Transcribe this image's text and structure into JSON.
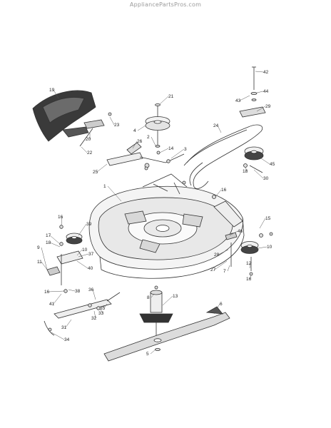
{
  "watermark": "AppliancePartsPros.com",
  "diagram": {
    "callouts": [
      "1",
      "2",
      "3",
      "4",
      "5",
      "6",
      "7",
      "8",
      "9",
      "10",
      "10",
      "11",
      "12",
      "13",
      "14",
      "15",
      "16",
      "16",
      "16",
      "16",
      "17",
      "18",
      "18",
      "19",
      "20",
      "21",
      "22",
      "23",
      "24",
      "25",
      "26",
      "27",
      "28",
      "29",
      "30",
      "31",
      "32",
      "33",
      "34",
      "35",
      "36",
      "37",
      "38",
      "39",
      "40",
      "41",
      "42",
      "43",
      "44",
      "45",
      "46"
    ]
  }
}
